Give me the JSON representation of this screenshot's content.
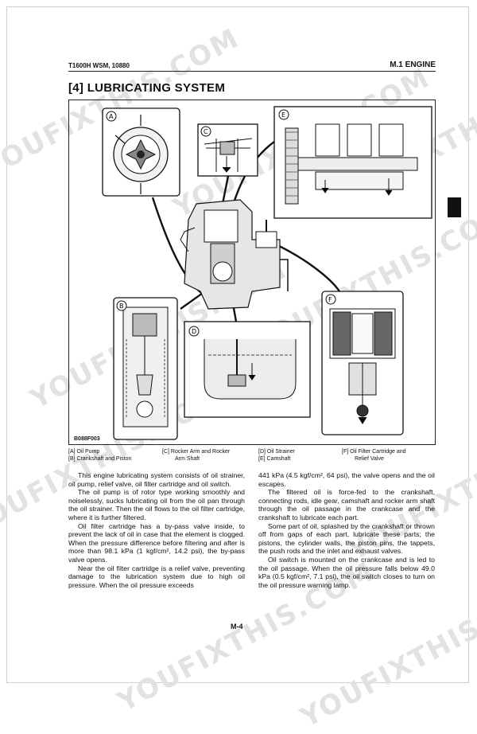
{
  "header": {
    "left": "T1600H  WSM, 10880",
    "right": "M.1 ENGINE"
  },
  "title": "[4] LUBRICATING SYSTEM",
  "figure": {
    "code": "B088F003",
    "panel_labels": [
      "A",
      "B",
      "C",
      "D",
      "E",
      "F"
    ],
    "captions": [
      {
        "tag": "[A]",
        "text": "Oil Pump"
      },
      {
        "tag": "[B]",
        "text": "Crankshaft and Piston"
      },
      {
        "tag": "[C]",
        "text": "Rocker Arm and Rocker",
        "text2": "Arm Shaft"
      },
      {
        "tag": "[D]",
        "text": "Oil Strainer"
      },
      {
        "tag": "[E]",
        "text": "Camshaft"
      },
      {
        "tag": "[F]",
        "text": "Oil Filter Cartridge and",
        "text2": "Relief Valve"
      }
    ]
  },
  "body": {
    "left": [
      "This engine lubricating system consists of oil strainer, oil pump, relief valve, oil filter cartridge and oil switch.",
      "The oil pump is of rotor type working smoothly and noiselessly, sucks lubricating oil from the oil pan through the oil strainer. Then the oil flows to the oil filter cartridge, where it is further filtered.",
      "Oil filter cartridge has a by-pass valve inside, to prevent the lack of oil in case that the element is clogged. When the pressure difference before filtering and after is more than 98.1 kPa (1 kgf/cm², 14.2 psi), the by-pass valve opens.",
      "Near the oil filter cartridge is a relief valve, preventing damage to the lubrication system due to high oil pressure. When the oil pressure exceeds"
    ],
    "right": [
      "441 kPa (4.5 kgf/cm², 64 psi), the valve opens and the oil escapes.",
      "The filtered oil is force-fed to the crankshaft, connecting rods, idle gear, camshaft and rocker arm shaft through the oil passage in the crankcase and the crankshaft to lubricate each part.",
      "Some part of oil, splashed by the crankshaft or thrown off from gaps of each part, lubricate these parts; the pistons, the cylinder walls, the piston pins, the tappets, the push rods and the inlet and exhaust valves.",
      "Oil switch is mounted on the crankcase and is led to the oil passage. When the oil pressure falls below 49.0 kPa (0.5 kgf/cm², 7.1 psi), the oil switch closes to turn on the oil pressure warning lamp."
    ]
  },
  "page_number": "M-4",
  "watermark": "YOUFIXTHIS.COM"
}
